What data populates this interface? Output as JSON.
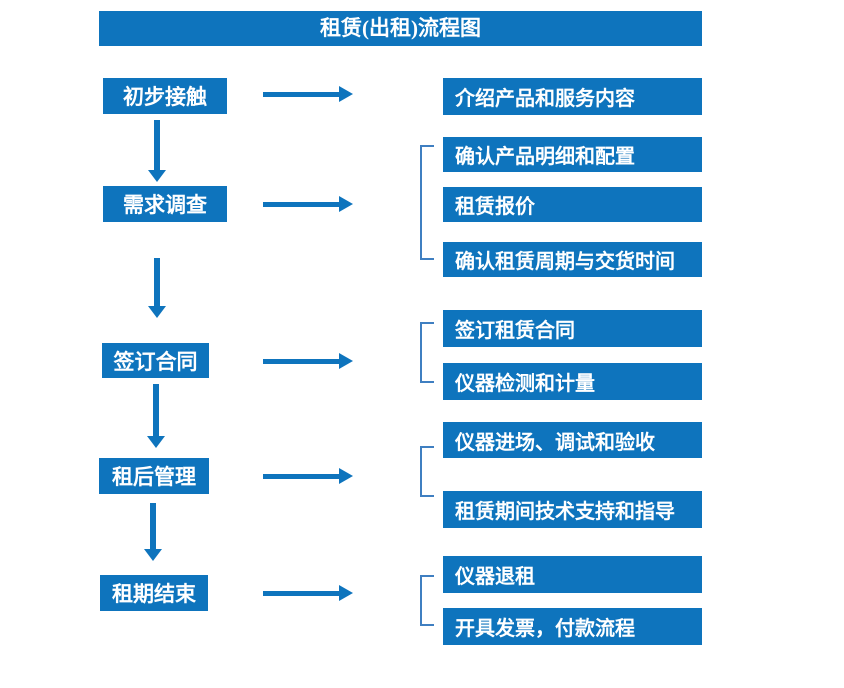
{
  "title": "租赁(出租)流程图",
  "colors": {
    "primary_blue": "#0e74bd",
    "bracket_blue": "#3f7fc1",
    "text_white": "#ffffff",
    "background": "#ffffff"
  },
  "left_steps": [
    {
      "label": "初步接触"
    },
    {
      "label": "需求调查"
    },
    {
      "label": "签订合同"
    },
    {
      "label": "租后管理"
    },
    {
      "label": "租期结束"
    }
  ],
  "right_details": [
    {
      "step": "初步接触",
      "items": [
        "介绍产品和服务内容"
      ]
    },
    {
      "step": "需求调查",
      "items": [
        "确认产品明细和配置",
        "租赁报价",
        "确认租赁周期与交货时间"
      ]
    },
    {
      "step": "签订合同",
      "items": [
        "签订租赁合同",
        "仪器检测和计量"
      ]
    },
    {
      "step": "租后管理",
      "items": [
        "仪器进场、调试和验收",
        "租赁期间技术支持和指导"
      ]
    },
    {
      "step": "租期结束",
      "items": [
        "仪器退租",
        "开具发票，付款流程"
      ]
    }
  ]
}
